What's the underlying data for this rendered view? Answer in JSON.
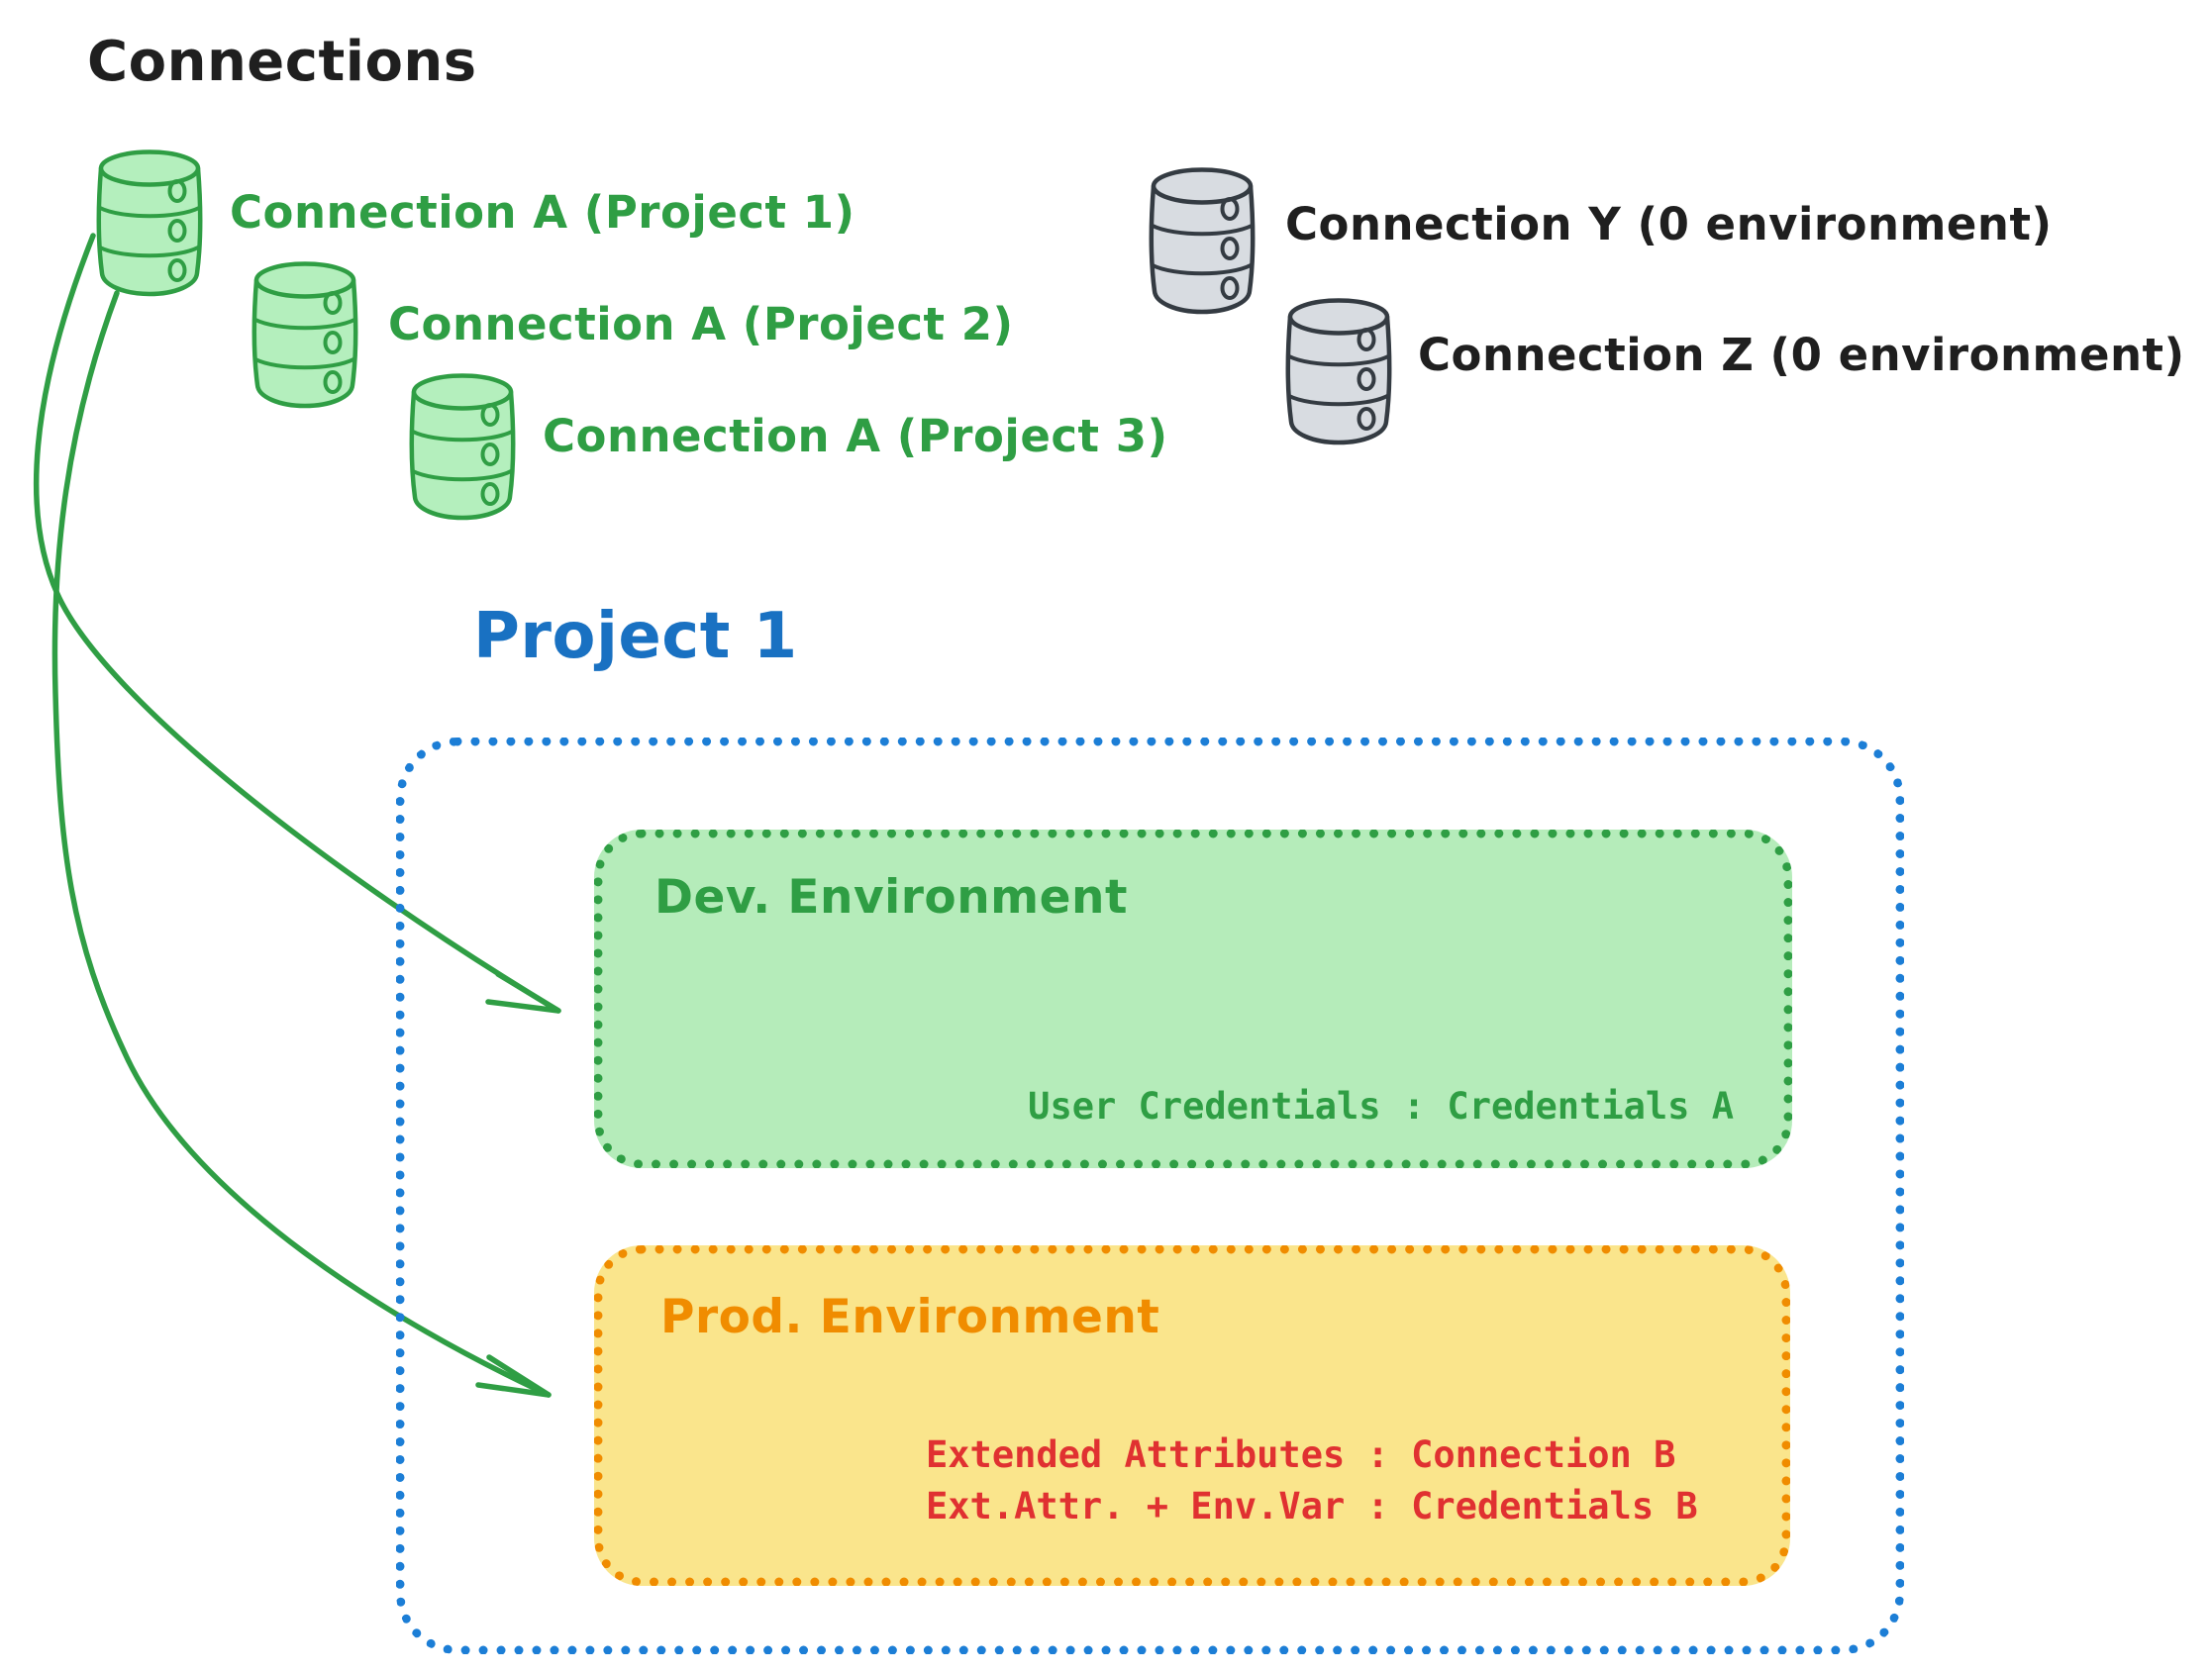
{
  "title": "Connections",
  "colors": {
    "text_dark": "#1f1f1f",
    "green": "#2f9e44",
    "green_fill": "#b5ecba",
    "gray_fill": "#d8dce1",
    "gray_stroke": "#343b42",
    "blue": "#1971c2",
    "blue_border": "#1c7ed6",
    "orange": "#f08c00",
    "yellow_fill": "#fae58c",
    "red": "#e03131"
  },
  "green_connections": [
    {
      "icon": "database-icon",
      "label": "Connection A (Project 1)"
    },
    {
      "icon": "database-icon",
      "label": "Connection A (Project 2)"
    },
    {
      "icon": "database-icon",
      "label": "Connection A (Project 3)"
    }
  ],
  "gray_connections": [
    {
      "icon": "database-icon",
      "label": "Connection Y (0 environment)"
    },
    {
      "icon": "database-icon",
      "label": "Connection Z (0 environment)"
    }
  ],
  "project": {
    "title": "Project 1",
    "dev_environment": {
      "title": "Dev. Environment",
      "mapping": "User Credentials : Credentials A"
    },
    "prod_environment": {
      "title": "Prod. Environment",
      "mappings": [
        "Extended Attributes : Connection B",
        "Ext.Attr. + Env.Var : Credentials B"
      ]
    }
  }
}
